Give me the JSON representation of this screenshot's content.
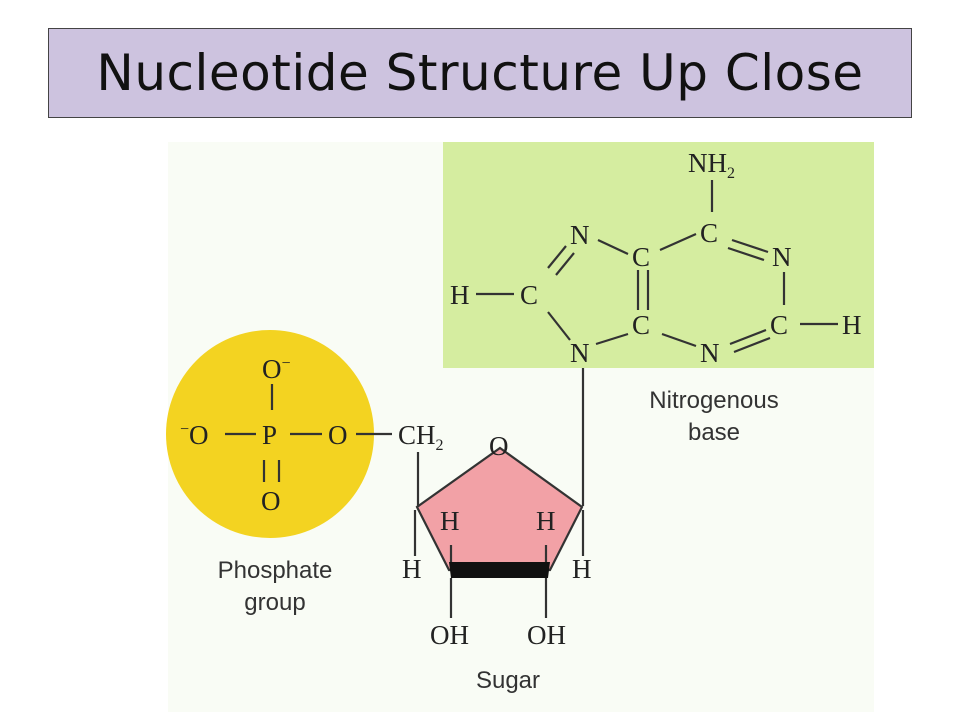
{
  "title": "Nucleotide Structure Up Close",
  "labels": {
    "phosphate_line1": "Phosphate",
    "phosphate_line2": "group",
    "base_line1": "Nitrogenous",
    "base_line2": "base",
    "sugar": "Sugar"
  },
  "atoms": {
    "oxygen": "O",
    "phosphorus": "P",
    "carbon": "C",
    "nitrogen": "N",
    "hydrogen": "H",
    "ch2": "CH",
    "nh2": "NH",
    "subscript_2": "2",
    "charge_minus": "−",
    "hydroxyl": "OH"
  },
  "colors": {
    "title_background": "#cdc3df",
    "phosphate_circle": "#f3d321",
    "base_background": "#d5eda0",
    "sugar_ring": "#f2a1a6",
    "background_panel": "#f9fcf5"
  }
}
